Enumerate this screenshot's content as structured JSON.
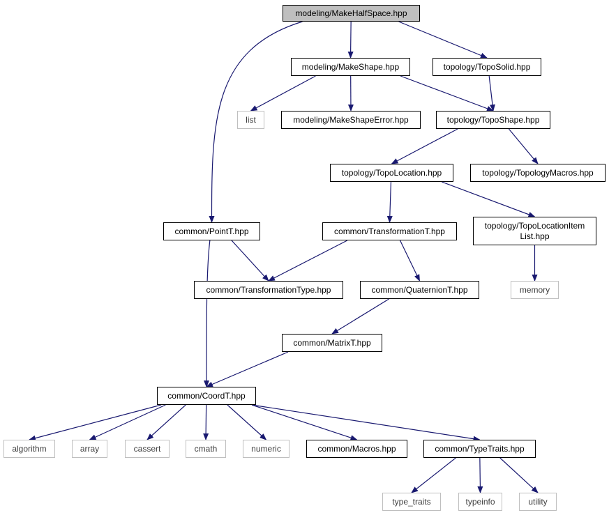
{
  "diagram": {
    "edge_color": "#191970",
    "node_border": "#000000",
    "ext_border": "#bfbfbf",
    "root_fill": "#bfbfbf",
    "nodes": [
      {
        "id": "root",
        "label": "modeling/MakeHalfSpace.hpp",
        "kind": "root"
      },
      {
        "id": "makeshape",
        "label": "modeling/MakeShape.hpp",
        "kind": "file"
      },
      {
        "id": "toposolid",
        "label": "topology/TopoSolid.hpp",
        "kind": "file"
      },
      {
        "id": "list",
        "label": "list",
        "kind": "external"
      },
      {
        "id": "makeshapeerror",
        "label": "modeling/MakeShapeError.hpp",
        "kind": "file"
      },
      {
        "id": "toposhape",
        "label": "topology/TopoShape.hpp",
        "kind": "file"
      },
      {
        "id": "topolocation",
        "label": "topology/TopoLocation.hpp",
        "kind": "file"
      },
      {
        "id": "topologymacros",
        "label": "topology/TopologyMacros.hpp",
        "kind": "file"
      },
      {
        "id": "pointt",
        "label": "common/PointT.hpp",
        "kind": "file"
      },
      {
        "id": "transformationt",
        "label": "common/TransformationT.hpp",
        "kind": "file"
      },
      {
        "id": "topolocationitemlist",
        "label": "topology/TopoLocationItem\nList.hpp",
        "kind": "file"
      },
      {
        "id": "transformationtype",
        "label": "common/TransformationType.hpp",
        "kind": "file"
      },
      {
        "id": "quaterniont",
        "label": "common/QuaternionT.hpp",
        "kind": "file"
      },
      {
        "id": "memory",
        "label": "memory",
        "kind": "external"
      },
      {
        "id": "matrixt",
        "label": "common/MatrixT.hpp",
        "kind": "file"
      },
      {
        "id": "coordt",
        "label": "common/CoordT.hpp",
        "kind": "file"
      },
      {
        "id": "algorithm",
        "label": "algorithm",
        "kind": "external"
      },
      {
        "id": "array",
        "label": "array",
        "kind": "external"
      },
      {
        "id": "cassert",
        "label": "cassert",
        "kind": "external"
      },
      {
        "id": "cmath",
        "label": "cmath",
        "kind": "external"
      },
      {
        "id": "numeric",
        "label": "numeric",
        "kind": "external"
      },
      {
        "id": "macros",
        "label": "common/Macros.hpp",
        "kind": "file"
      },
      {
        "id": "typetraits",
        "label": "common/TypeTraits.hpp",
        "kind": "file"
      },
      {
        "id": "type_traits",
        "label": "type_traits",
        "kind": "external"
      },
      {
        "id": "typeinfo",
        "label": "typeinfo",
        "kind": "external"
      },
      {
        "id": "utility",
        "label": "utility",
        "kind": "external"
      }
    ],
    "edges": [
      [
        "root",
        "makeshape"
      ],
      [
        "root",
        "toposolid"
      ],
      [
        "root",
        "pointt"
      ],
      [
        "makeshape",
        "list"
      ],
      [
        "makeshape",
        "makeshapeerror"
      ],
      [
        "makeshape",
        "toposhape"
      ],
      [
        "toposolid",
        "toposhape"
      ],
      [
        "toposhape",
        "topolocation"
      ],
      [
        "toposhape",
        "topologymacros"
      ],
      [
        "topolocation",
        "transformationt"
      ],
      [
        "topolocation",
        "topolocationitemlist"
      ],
      [
        "pointt",
        "transformationtype"
      ],
      [
        "pointt",
        "coordt"
      ],
      [
        "transformationt",
        "transformationtype"
      ],
      [
        "transformationt",
        "quaterniont"
      ],
      [
        "topolocationitemlist",
        "memory"
      ],
      [
        "quaterniont",
        "matrixt"
      ],
      [
        "matrixt",
        "coordt"
      ],
      [
        "coordt",
        "algorithm"
      ],
      [
        "coordt",
        "array"
      ],
      [
        "coordt",
        "cassert"
      ],
      [
        "coordt",
        "cmath"
      ],
      [
        "coordt",
        "numeric"
      ],
      [
        "coordt",
        "macros"
      ],
      [
        "coordt",
        "typetraits"
      ],
      [
        "typetraits",
        "type_traits"
      ],
      [
        "typetraits",
        "typeinfo"
      ],
      [
        "typetraits",
        "utility"
      ]
    ]
  }
}
